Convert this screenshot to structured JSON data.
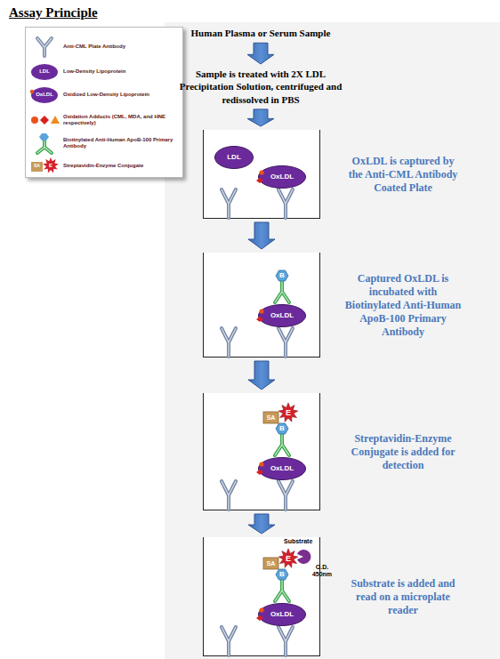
{
  "diagram": {
    "title": "Assay Principle",
    "nodes": [
      {
        "text": [
          "Human Plasma or Serum Sample"
        ]
      },
      {
        "text": [
          "Sample is treated with 2X LDL Precipitation Solution, centrifuged and redissolved in PBS"
        ]
      },
      {
        "text": [
          "OxLDL is captured by the Anti-CML Antibody Coated Plate"
        ]
      },
      {
        "text": [
          "LDL"
        ],
        "in": 2
      },
      {
        "text": [
          "OxLDL"
        ],
        "in": 2
      },
      {
        "text": [
          "Captured OxLDL is incubated with Biotinylated Anti-Human ApoB-100 Primary Antibody"
        ]
      },
      {
        "text": [
          "OxLDL"
        ],
        "in": 5
      },
      {
        "text": [
          "B"
        ],
        "in": 5
      },
      {
        "text": [
          "Streptavidin-Enzyme Conjugate is added for detection"
        ]
      },
      {
        "text": [
          "OxLDL"
        ],
        "in": 8
      },
      {
        "text": [
          "B"
        ],
        "in": 8
      },
      {
        "text": [
          "SA"
        ],
        "in": 8
      },
      {
        "text": [
          "E"
        ],
        "in": 8
      },
      {
        "text": [
          "Substrate is added and read on a microplate reader"
        ]
      },
      {
        "text": [
          "OxLDL"
        ],
        "in": 13
      },
      {
        "text": [
          "B"
        ],
        "in": 13
      },
      {
        "text": [
          "SA"
        ],
        "in": 13
      },
      {
        "text": [
          "E"
        ],
        "in": 13
      }
    ],
    "edges": [
      {
        "from": 0,
        "to": 1,
        "arrow": "to"
      },
      {
        "from": 1,
        "to": 2,
        "arrow": "to"
      },
      {
        "from": 2,
        "to": 5,
        "arrow": "to"
      },
      {
        "from": 5,
        "to": 8,
        "arrow": "to"
      },
      {
        "from": 8,
        "to": 13,
        "arrow": "to"
      }
    ],
    "labels": [
      "LDL",
      "OxLDL",
      "SA",
      "E",
      "Substrate",
      "O.D. 450nm"
    ],
    "legend": [
      {
        "text": "Anti-CML Plate Antibody"
      },
      {
        "text": "Low-Density Lipoprotein"
      },
      {
        "text": "Oxidized Low-Density Lipoprotein"
      },
      {
        "text": "Oxidation Adducts (CML, MDA, and HNE respectively)"
      },
      {
        "text": "Biotinylated Anti-Human ApoB-100 Primary Antibody"
      },
      {
        "text": "Streptavidin-Enzyme Conjugate"
      }
    ]
  }
}
